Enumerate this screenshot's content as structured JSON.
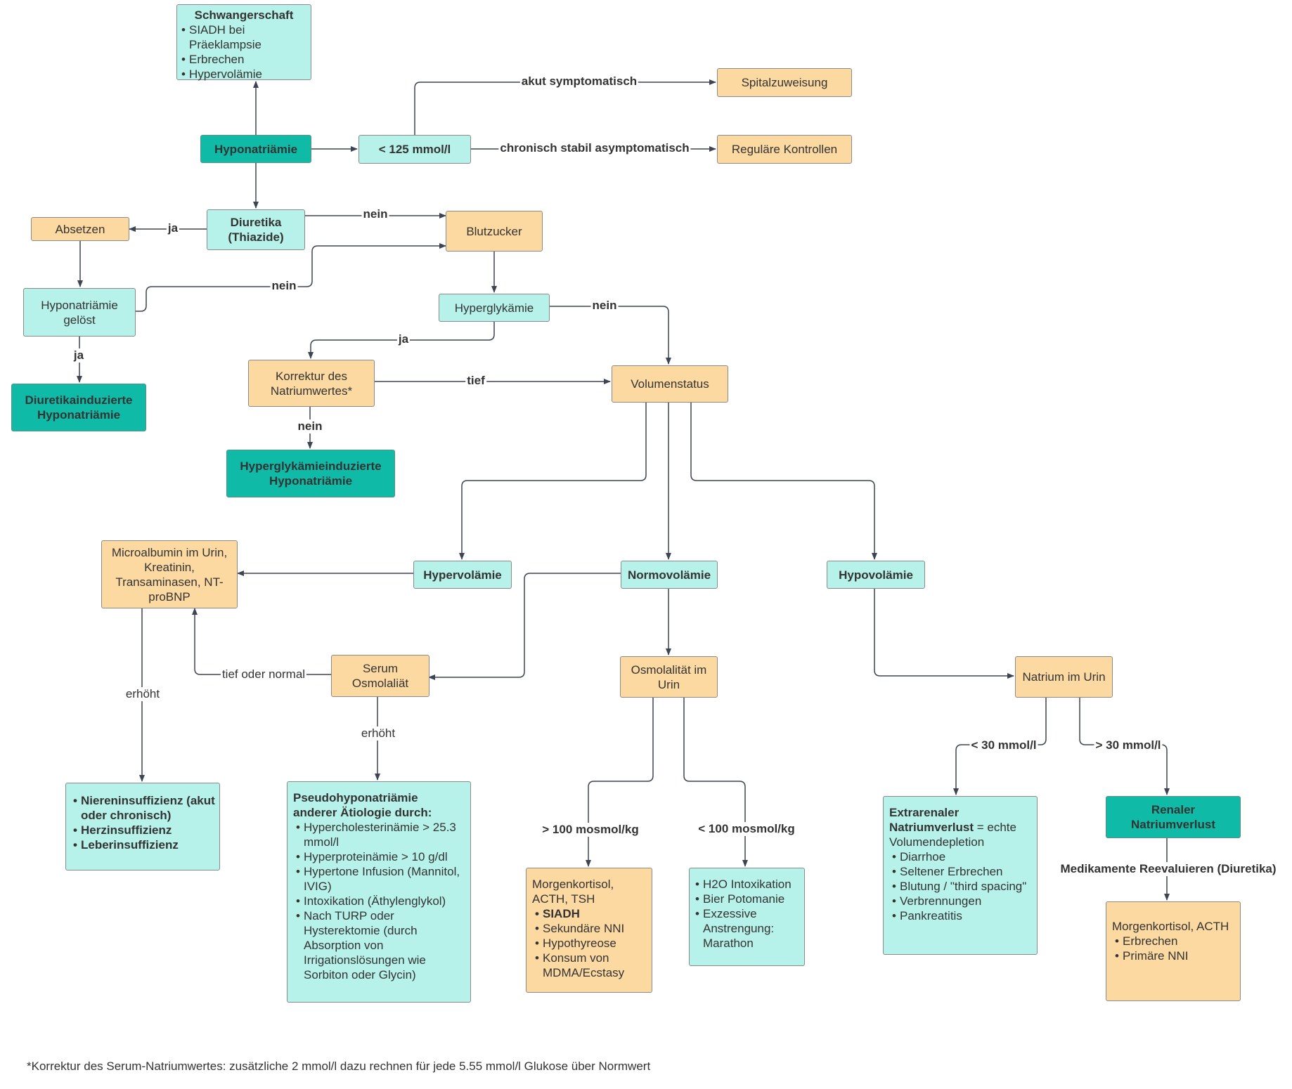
{
  "nodes": {
    "schwangerschaft": {
      "title": "Schwangerschaft",
      "items": [
        "SIADH bei Präeklampsie",
        "Erbrechen",
        "Hypervolämie"
      ]
    },
    "hyponatriaemie": "Hyponatriämie",
    "lt125": "< 125 mmol/l",
    "spitalzuweisung": "Spitalzuweisung",
    "regulaere_kontrollen": "Reguläre Kontrollen",
    "diuretika": "Diuretika (Thiazide)",
    "absetzen": "Absetzen",
    "blutzucker": "Blutzucker",
    "hyponatriaemie_geloest": "Hyponatriämie gelöst",
    "diuretikainduziert": "Diuretikainduzierte Hyponatriämie",
    "hyperglykaemie": "Hyperglykämie",
    "korrektur": "Korrektur des Natriumwertes*",
    "volumenstatus": "Volumenstatus",
    "hyperglykaemieinduziert": "Hyperglykämieinduzierte Hyponatriämie",
    "microalbumin": "Microalbumin im Urin, Kreatinin, Transaminasen, NT-proBNP",
    "hypervolaemie": "Hypervolämie",
    "normovolaemie": "Normovolämie",
    "hypovolaemie": "Hypovolämie",
    "serum_osmolalitaet": "Serum Osmolaliät",
    "osmolalitaet_urin": "Osmolalität im Urin",
    "natrium_urin": "Natrium im Urin",
    "niereninsuffizienz": {
      "items": [
        "Niereninsuffizienz (akut oder chronisch)",
        "Herzinsuffizienz",
        "Leberinsuffizienz"
      ]
    },
    "pseudohypo": {
      "title": "Pseudohyponatriämie anderer Ätiologie durch:",
      "items": [
        "Hypercholesterinämie > 25.3 mmol/l",
        "Hyperproteinämie > 10 g/dl",
        "Hypertone Infusion (Mannitol, IVIG)",
        "Intoxikation (Äthylenglykol)",
        "Nach TURP oder Hysterektomie (durch Absorption von Irrigationslösungen wie Sorbiton oder Glycin)"
      ]
    },
    "morgenkortisol_tsh": {
      "title": "Morgenkortisol, ACTH, TSH",
      "items": [
        "SIADH",
        "Sekundäre NNI",
        "Hypothyreose",
        "Konsum von MDMA/Ecstasy"
      ]
    },
    "h2o": {
      "items": [
        "H2O Intoxikation",
        "Bier Potomanie",
        "Exzessive Anstrengung: Marathon"
      ]
    },
    "extrarenal": {
      "title_bold": "Extrarenaler Natriumverlust",
      "title_rest": " = echte Volumendepletion",
      "items": [
        "Diarrhoe",
        "Seltener Erbrechen",
        "Blutung / \"third spacing\"",
        "Verbrennungen",
        "Pankreatitis"
      ]
    },
    "renal": "Renaler Natriumverlust",
    "morgenkortisol_acth": {
      "title": "Morgenkortisol, ACTH",
      "items": [
        "Erbrechen",
        "Primäre NNI"
      ]
    }
  },
  "edge_labels": {
    "akut": "akut symptomatisch",
    "chronisch": "chronisch stabil asymptomatisch",
    "nein_diuretika": "nein",
    "ja_absetzen": "ja",
    "nein_geloest": "nein",
    "ja_geloest": "ja",
    "ja_hyperglyk": "ja",
    "nein_hyperglyk": "nein",
    "tief": "tief",
    "nein_korrektur": "nein",
    "tief_oder_normal": "tief oder normal",
    "erhoeht_micro": "erhöht",
    "erhoeht_serum": "erhöht",
    "gt100": "> 100 mosmol/kg",
    "lt100": "< 100 mosmol/kg",
    "lt30": "< 30 mmol/l",
    "gt30": "> 30 mmol/l",
    "medikamente": "Medikamente Reevaluieren (Diuretika)"
  },
  "footnote": "*Korrektur des Serum-Natriumwertes: zusätzliche 2 mmol/l dazu rechnen für jede 5.55 mmol/l Glukose über Normwert",
  "colors": {
    "cyan": "#b6f2ea",
    "orange": "#fdd9a2",
    "teal": "#0fbba7",
    "line": "#3d4452"
  }
}
